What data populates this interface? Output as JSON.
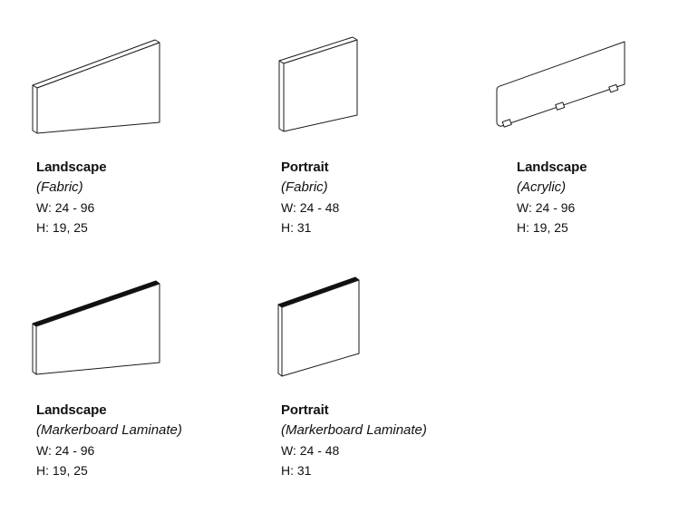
{
  "diagram": {
    "background_color": "#ffffff",
    "line_color": "#1a1a1a",
    "edge_fill_color": "#111111"
  },
  "panels": [
    {
      "id": "landscape-fabric",
      "name": "Landscape",
      "material": "(Fabric)",
      "width_label": "W: 24 - 96",
      "height_label": "H: 19, 25"
    },
    {
      "id": "portrait-fabric",
      "name": "Portrait",
      "material": "(Fabric)",
      "width_label": "W: 24 - 48",
      "height_label": "H: 31"
    },
    {
      "id": "landscape-acrylic",
      "name": "Landscape",
      "material": "(Acrylic)",
      "width_label": "W: 24 - 96",
      "height_label": "H: 19, 25"
    },
    {
      "id": "landscape-markerboard",
      "name": "Landscape",
      "material": "(Markerboard Laminate)",
      "width_label": "W: 24 - 96",
      "height_label": "H: 19, 25"
    },
    {
      "id": "portrait-markerboard",
      "name": "Portrait",
      "material": "(Markerboard Laminate)",
      "width_label": "W: 24 - 48",
      "height_label": "H: 31"
    }
  ]
}
